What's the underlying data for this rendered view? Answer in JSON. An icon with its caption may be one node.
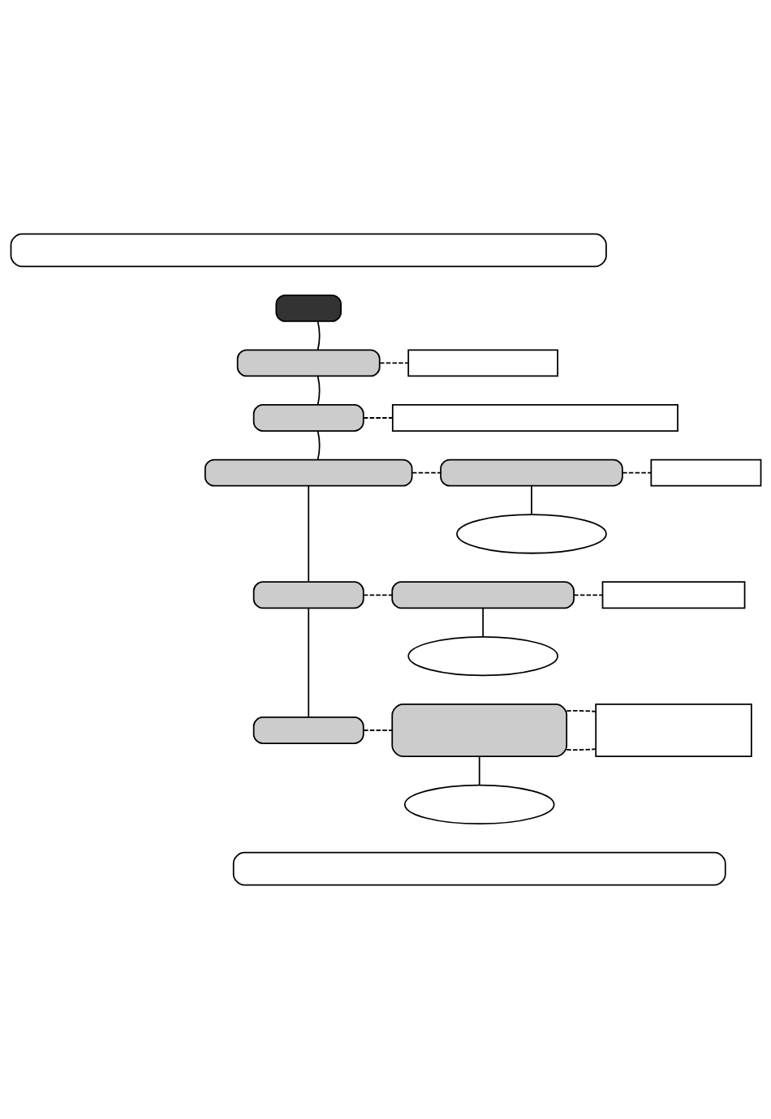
{
  "diagram": {
    "nodes": [
      {
        "text": [],
        "shape": "band"
      },
      {
        "text": [],
        "shape": "box"
      },
      {
        "text": [],
        "shape": "box"
      },
      {
        "text": [],
        "shape": "box"
      },
      {
        "text": [],
        "shape": "box"
      },
      {
        "text": [],
        "shape": "box"
      },
      {
        "text": [],
        "shape": "box"
      },
      {
        "text": [],
        "shape": "box"
      },
      {
        "text": [],
        "shape": "box"
      },
      {
        "text": [],
        "shape": "ellipse"
      },
      {
        "text": [],
        "shape": "box"
      },
      {
        "text": [],
        "shape": "box"
      },
      {
        "text": [],
        "shape": "box"
      },
      {
        "text": [],
        "shape": "ellipse"
      },
      {
        "text": [],
        "shape": "box"
      },
      {
        "text": [],
        "shape": "box"
      },
      {
        "text": [],
        "shape": "box"
      },
      {
        "text": [],
        "shape": "ellipse"
      },
      {
        "text": [],
        "shape": "band"
      }
    ],
    "edges": [
      {
        "from": 1,
        "to": 2,
        "arrow": "none"
      },
      {
        "from": 2,
        "to": 3,
        "arrow": "none",
        "style": "dashed"
      },
      {
        "from": 2,
        "to": 4,
        "arrow": "none"
      },
      {
        "from": 4,
        "to": 5,
        "arrow": "none",
        "style": "dashed"
      },
      {
        "from": 4,
        "to": 6,
        "arrow": "none"
      },
      {
        "from": 6,
        "to": 7,
        "arrow": "none",
        "style": "dashed"
      },
      {
        "from": 7,
        "to": 8,
        "arrow": "none",
        "style": "dashed"
      },
      {
        "from": 7,
        "to": 9,
        "arrow": "none"
      },
      {
        "from": 6,
        "to": 10,
        "arrow": "none"
      },
      {
        "from": 10,
        "to": 11,
        "arrow": "none",
        "style": "dashed"
      },
      {
        "from": 11,
        "to": 12,
        "arrow": "none",
        "style": "dashed"
      },
      {
        "from": 11,
        "to": 13,
        "arrow": "none"
      },
      {
        "from": 10,
        "to": 14,
        "arrow": "none"
      },
      {
        "from": 14,
        "to": 15,
        "arrow": "none",
        "style": "dashed"
      },
      {
        "from": 15,
        "to": 16,
        "arrow": "none",
        "style": "dashed"
      },
      {
        "from": 15,
        "to": 16,
        "arrow": "none",
        "style": "dashed"
      },
      {
        "from": 15,
        "to": 17,
        "arrow": "none"
      }
    ]
  }
}
